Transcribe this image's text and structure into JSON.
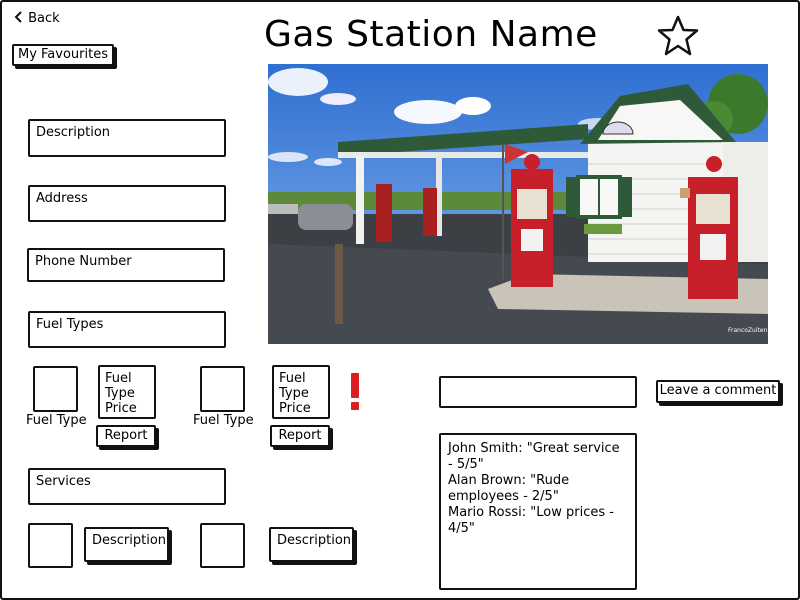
{
  "header": {
    "back_label": "Back",
    "favourites_label": "My Favourites",
    "title": "Gas Station Name"
  },
  "info_fields": {
    "description": "Description",
    "address": "Address",
    "phone": "Phone Number",
    "fuel_types": "Fuel Types",
    "services": "Services"
  },
  "fuel": [
    {
      "type_label": "Fuel Type",
      "price_label": "Fuel Type Price",
      "report_label": "Report"
    },
    {
      "type_label": "Fuel Type",
      "price_label": "Fuel Type Price",
      "report_label": "Report"
    }
  ],
  "services_items": [
    {
      "description_label": "Description"
    },
    {
      "description_label": "Description"
    }
  ],
  "comment": {
    "input_value": "",
    "submit_label": "Leave a comment",
    "list": [
      "John Smith: \"Great service - 5/5\"",
      "Alan Brown: \"Rude employees - 2/5\"",
      "Mario Rossi: \"Low prices - 4/5\""
    ]
  },
  "photo": {
    "watermark": "FrancoZuiten"
  },
  "colors": {
    "alert": "#d92020",
    "pump": "#c8202a"
  }
}
